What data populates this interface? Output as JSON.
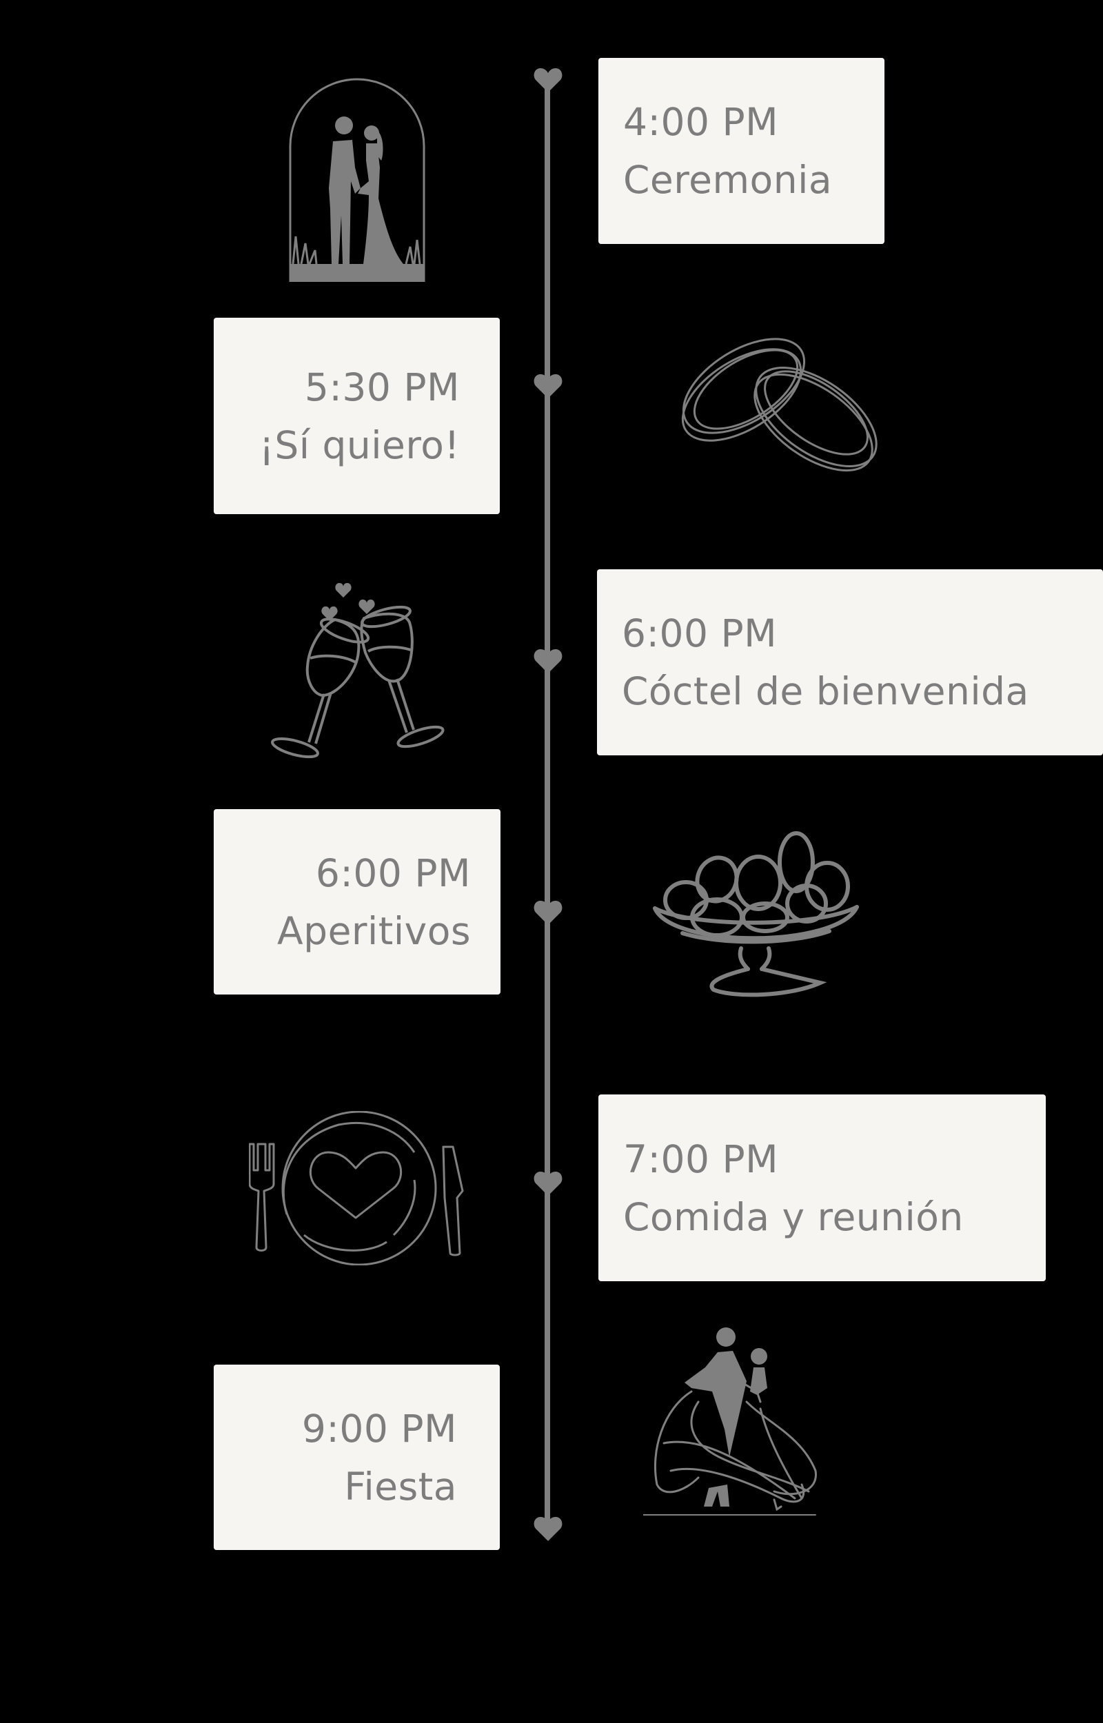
{
  "colors": {
    "background": "#000000",
    "card_bg": "#f7f5f2",
    "text": "#7d7d7d",
    "timeline": "#808080"
  },
  "timeline": {
    "marker_icon": "heart-icon",
    "events": [
      {
        "time": "4:00 PM",
        "label": "Ceremonia",
        "side": "right",
        "icon": "couple-arch-icon"
      },
      {
        "time": "5:30 PM",
        "label": "¡Sí quiero!",
        "side": "left",
        "icon": "wedding-rings-icon"
      },
      {
        "time": "6:00 PM",
        "label": "Cóctel de bienvenida",
        "side": "right",
        "icon": "toasting-glasses-icon"
      },
      {
        "time": "6:00 PM",
        "label": "Aperitivos",
        "side": "left",
        "icon": "fruit-bowl-icon"
      },
      {
        "time": "7:00 PM",
        "label": "Comida y reunión",
        "side": "right",
        "icon": "plate-cutlery-icon"
      },
      {
        "time": "9:00 PM",
        "label": "Fiesta",
        "side": "left",
        "icon": "dancing-couple-icon"
      }
    ]
  }
}
